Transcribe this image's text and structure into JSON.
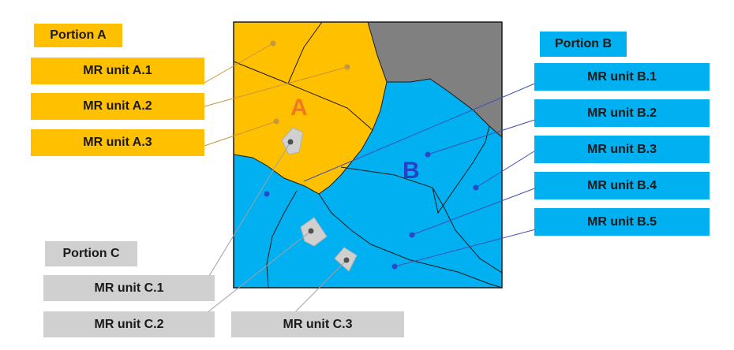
{
  "portions": {
    "a": {
      "heading": "Portion A",
      "units": [
        "MR unit A.1",
        "MR unit A.2",
        "MR unit A.3"
      ],
      "map_letter": "A",
      "color": "#FFC000",
      "line_color": "#C8963C",
      "letter_color": "#F07820"
    },
    "b": {
      "heading": "Portion B",
      "units": [
        "MR unit B.1",
        "MR unit B.2",
        "MR unit B.3",
        "MR unit B.4",
        "MR unit B.5"
      ],
      "map_letter": "B",
      "color": "#00B0F0",
      "line_color": "#3C50B4",
      "letter_color": "#2840C8"
    },
    "c": {
      "heading": "Portion C",
      "units": [
        "MR unit C.1",
        "MR unit C.2",
        "MR unit C.3"
      ],
      "color": "#D0D0D0",
      "line_color": "#A0A0A0"
    }
  },
  "colors": {
    "unassigned_region": "#808080",
    "boundary": "#1a1a1a"
  }
}
